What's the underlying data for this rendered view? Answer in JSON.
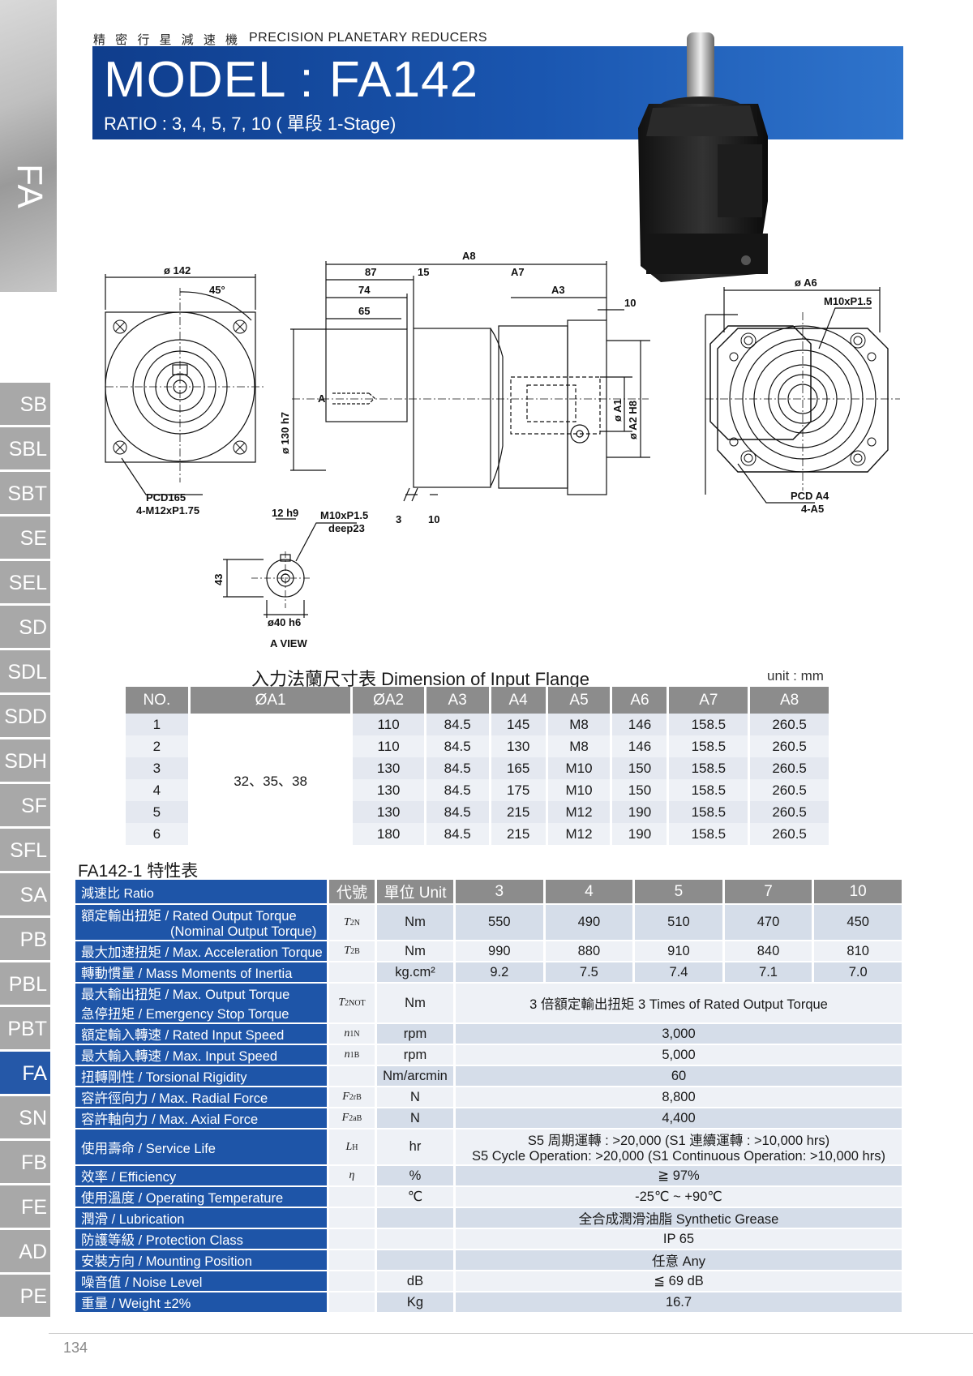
{
  "header": {
    "cn_subtitle": "精 密 行 星 減 速 機",
    "en_subtitle": "PRECISION PLANETARY REDUCERS",
    "title": "MODEL : FA142",
    "ratio": "RATIO : 3,  4,  5,  7,  10 ( 單段 1-Stage)"
  },
  "side": {
    "series": "FA",
    "tabs": [
      "SB",
      "SBL",
      "SBT",
      "SE",
      "SEL",
      "SD",
      "SDL",
      "SDD",
      "SDH",
      "SF",
      "SFL",
      "SA",
      "PB",
      "PBL",
      "PBT",
      "FA",
      "SN",
      "FB",
      "FE",
      "AD",
      "PE"
    ],
    "active": "FA"
  },
  "drawing": {
    "front_dia": "ø 142",
    "angle": "45°",
    "pcd": "PCD165",
    "holes": "4-M12xP1.75",
    "a8": "A8",
    "d87": "87",
    "d15": "15",
    "a7": "A7",
    "d74": "74",
    "a3": "A3",
    "d10top": "10",
    "d65": "65",
    "shaft_dia": "ø 130 h7",
    "a_label": "A",
    "a1": "ø A1",
    "a2": "ø A2 H8",
    "d12": "12 h9",
    "tap": "M10xP1.5",
    "tap_deep": "deep23",
    "d3": "3",
    "d10bot": "10",
    "d43": "43",
    "d40": "ø40 h6",
    "a_view": "A VIEW",
    "a6": "ø A6",
    "m10": "M10xP1.5",
    "pcd_a4": "PCD A4",
    "a5": "4-A5"
  },
  "input_flange": {
    "title": "入力法蘭尺寸表  Dimension of Input Flange",
    "unit": "unit : mm",
    "columns": [
      "NO.",
      "ØA1",
      "ØA2",
      "A3",
      "A4",
      "A5",
      "A6",
      "A7",
      "A8"
    ],
    "a1_merged": "32、35、38",
    "rows": [
      [
        "1",
        "110",
        "84.5",
        "145",
        "M8",
        "146",
        "158.5",
        "260.5"
      ],
      [
        "2",
        "110",
        "84.5",
        "130",
        "M8",
        "146",
        "158.5",
        "260.5"
      ],
      [
        "3",
        "130",
        "84.5",
        "165",
        "M10",
        "150",
        "158.5",
        "260.5"
      ],
      [
        "4",
        "130",
        "84.5",
        "175",
        "M10",
        "150",
        "158.5",
        "260.5"
      ],
      [
        "5",
        "130",
        "84.5",
        "215",
        "M12",
        "190",
        "158.5",
        "260.5"
      ],
      [
        "6",
        "180",
        "84.5",
        "215",
        "M12",
        "190",
        "158.5",
        "260.5"
      ]
    ]
  },
  "spec": {
    "title": "FA142-1 特性表",
    "header": {
      "label": "減速比 Ratio",
      "sym": "代號",
      "unit": "單位 Unit",
      "ratios": [
        "3",
        "4",
        "5",
        "7",
        "10"
      ]
    },
    "rows": [
      {
        "label": "額定輸出扭矩 / Rated Output Torque",
        "label2": "(Nominal Output Torque)",
        "sym": "T",
        "sub": "2N",
        "unit": "Nm",
        "vals": [
          "550",
          "490",
          "510",
          "470",
          "450"
        ]
      },
      {
        "label": "最大加速扭矩 / Max. Acceleration Torque",
        "sym": "T",
        "sub": "2B",
        "unit": "Nm",
        "vals": [
          "990",
          "880",
          "910",
          "840",
          "810"
        ]
      },
      {
        "label": "轉動慣量 / Mass Moments of Inertia",
        "sym": "",
        "sub": "",
        "unit": "kg.cm²",
        "vals": [
          "9.2",
          "7.5",
          "7.4",
          "7.1",
          "7.0"
        ]
      },
      {
        "label": "最大輸出扭矩 / Max. Output Torque",
        "label2": "急停扭矩 / Emergency Stop Torque",
        "sym": "T",
        "sub": "2NOT",
        "unit": "Nm",
        "span": "3 倍額定輸出扭矩 3 Times of Rated Output Torque"
      },
      {
        "label": "額定輸入轉速 / Rated Input Speed",
        "sym": "n",
        "sub": "1N",
        "unit": "rpm",
        "span": "3,000"
      },
      {
        "label": "最大輸入轉速 / Max. Input Speed",
        "sym": "n",
        "sub": "1B",
        "unit": "rpm",
        "span": "5,000"
      },
      {
        "label": "扭轉剛性 / Torsional Rigidity",
        "sym": "",
        "sub": "",
        "unit": "Nm/arcmin",
        "span": "60"
      },
      {
        "label": "容許徑向力 / Max. Radial Force",
        "sym": "F",
        "sub": "2rB",
        "unit": "N",
        "span": "8,800"
      },
      {
        "label": "容許軸向力 / Max. Axial Force",
        "sym": "F",
        "sub": "2aB",
        "unit": "N",
        "span": "4,400"
      },
      {
        "label": "使用壽命 / Service Life",
        "sym": "L",
        "sub": "H",
        "unit": "hr",
        "span": "S5 周期運轉 : >20,000 (S1 連續運轉 : >10,000 hrs)",
        "span2": "S5 Cycle Operation: >20,000 (S1 Continuous Operation: >10,000 hrs)"
      },
      {
        "label": "效率 / Efficiency",
        "sym": "η",
        "sub": "",
        "unit": "%",
        "span": "≧ 97%"
      },
      {
        "label": "使用溫度 / Operating Temperature",
        "sym": "",
        "sub": "",
        "unit": "℃",
        "span": "-25℃ ~ +90℃"
      },
      {
        "label": "潤滑 / Lubrication",
        "sym": "",
        "sub": "",
        "unit": "",
        "span": "全合成潤滑油脂 Synthetic Grease"
      },
      {
        "label": "防護等級 / Protection Class",
        "sym": "",
        "sub": "",
        "unit": "",
        "span": "IP 65"
      },
      {
        "label": "安裝方向 / Mounting Position",
        "sym": "",
        "sub": "",
        "unit": "",
        "span": "任意 Any"
      },
      {
        "label": "噪音值 / Noise Level",
        "sym": "",
        "sub": "",
        "unit": "dB",
        "span": "≦ 69 dB"
      },
      {
        "label": "重量 / Weight ±2%",
        "sym": "",
        "sub": "",
        "unit": "Kg",
        "span": "16.7"
      }
    ]
  },
  "page_number": "134",
  "colors": {
    "brand_blue": "#1e55a8",
    "tab_gray": "#a8a8a8",
    "header_gray": "#8c8c8c"
  }
}
